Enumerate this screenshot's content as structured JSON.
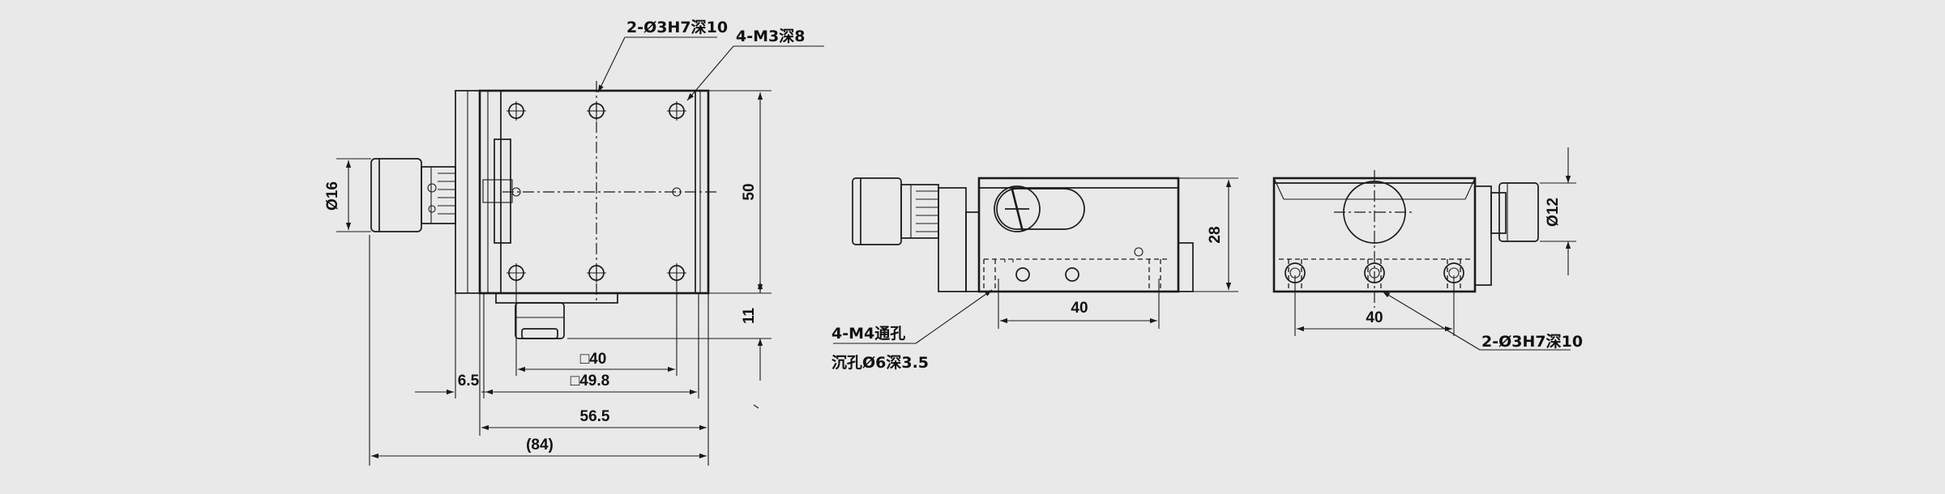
{
  "labels": {
    "top_hole_pins": "2-Ø3H7深10",
    "top_hole_threads": "4-M3深8",
    "dia_knob_front": "Ø16",
    "height_50": "50",
    "height_11": "11",
    "sq_40": "□40",
    "sq_49_8": "□49.8",
    "width_6_5": "6.5",
    "width_56_5": "56.5",
    "width_84": "(84)",
    "side_holes_line1": "4-M4通孔",
    "side_holes_line2": "沉孔Ø6深3.5",
    "side_40": "40",
    "side_height_28": "28",
    "end_dia_12": "Ø12",
    "end_40": "40",
    "end_hole_pins": "2-Ø3H7深10"
  },
  "colors": {
    "background": "#e9e9e9",
    "line": "#1a1a1a"
  }
}
